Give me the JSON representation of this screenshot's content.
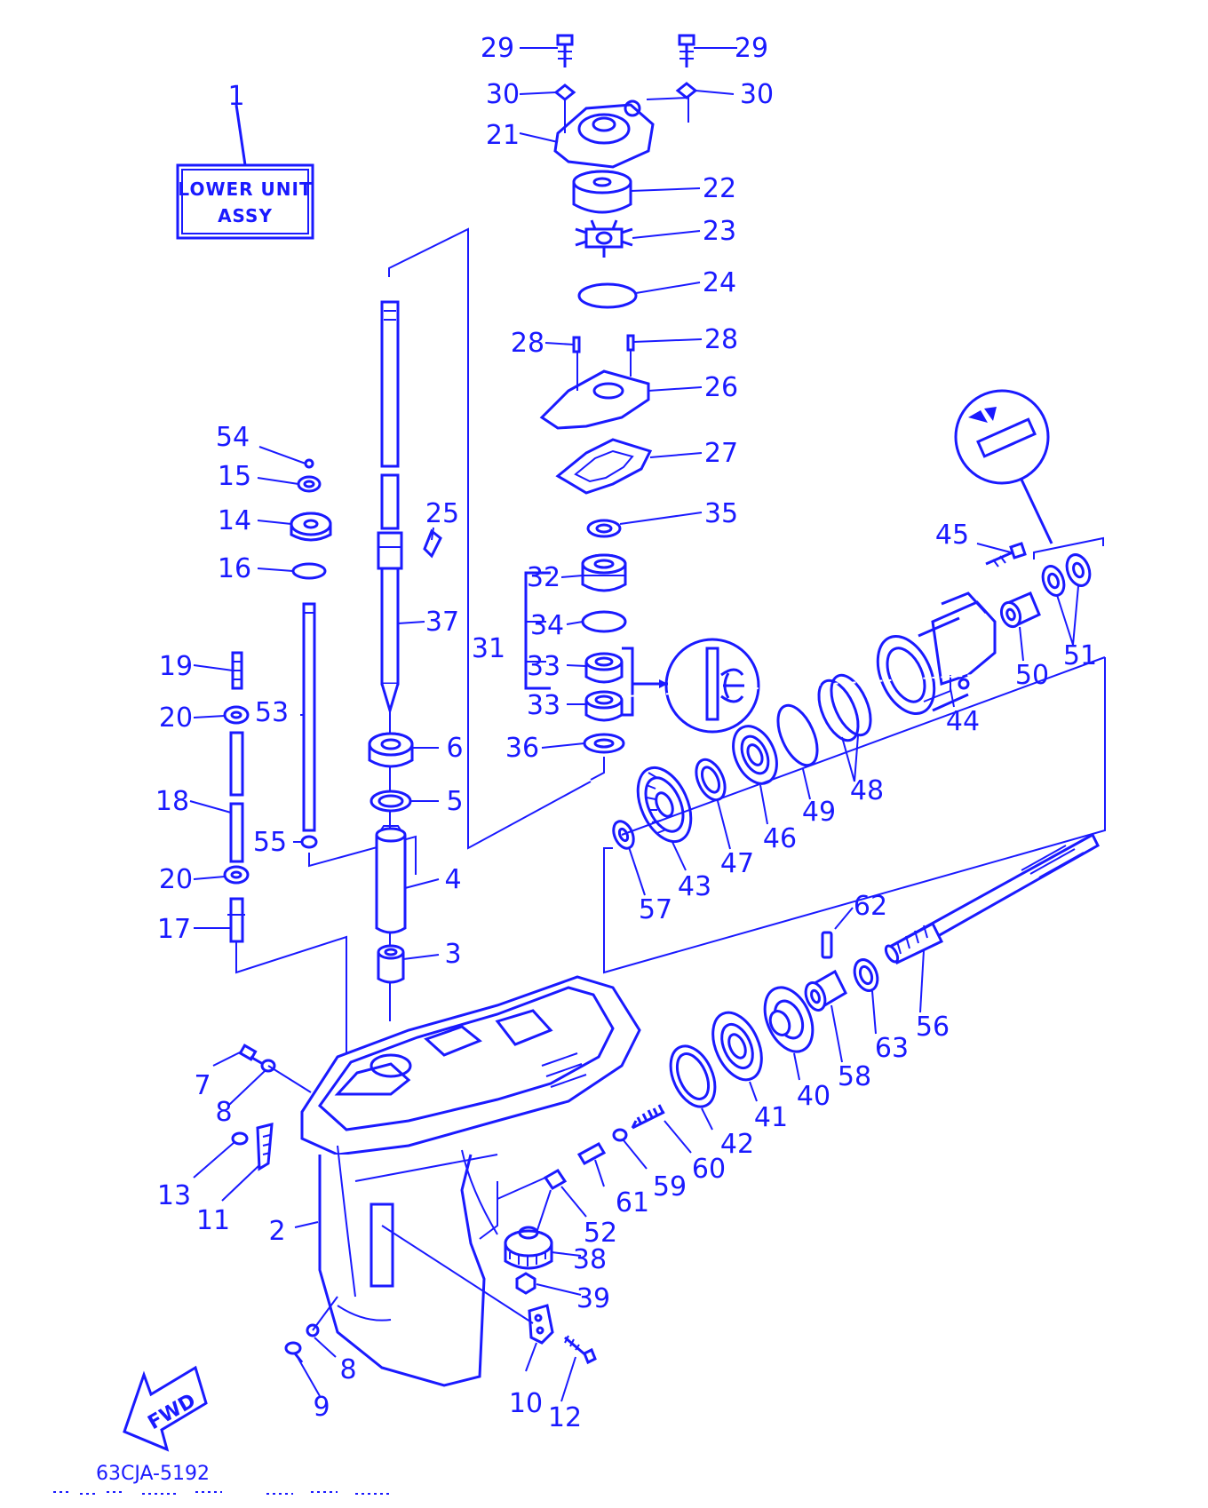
{
  "title_box": {
    "line1": "LOWER UNIT",
    "line2": "ASSY",
    "callout": "1"
  },
  "fwd_label": "FWD",
  "drawing_code": "63CJA-5192",
  "colors": {
    "ink": "#1a1aff",
    "paper": "#ffffff"
  },
  "callouts": {
    "c29a": "29",
    "c29b": "29",
    "c30a": "30",
    "c30b": "30",
    "c21": "21",
    "c22": "22",
    "c23": "23",
    "c24": "24",
    "c28a": "28",
    "c28b": "28",
    "c26": "26",
    "c27": "27",
    "c25": "25",
    "c35": "35",
    "c54": "54",
    "c15": "15",
    "c14": "14",
    "c16": "16",
    "c32": "32",
    "c34": "34",
    "c31": "31",
    "c33a": "33",
    "c33b": "33",
    "c37": "37",
    "c19": "19",
    "c53": "53",
    "c20a": "20",
    "c36": "36",
    "c6": "6",
    "c5": "5",
    "c18": "18",
    "c55": "55",
    "c20b": "20",
    "c4": "4",
    "c17": "17",
    "c3": "3",
    "c45": "45",
    "c51": "51",
    "c50": "50",
    "c44": "44",
    "c48": "48",
    "c49": "49",
    "c46": "46",
    "c47": "47",
    "c43": "43",
    "c57": "57",
    "c62": "62",
    "c56": "56",
    "c63": "63",
    "c58": "58",
    "c40": "40",
    "c41": "41",
    "c42": "42",
    "c60": "60",
    "c59": "59",
    "c61": "61",
    "c7": "7",
    "c8a": "8",
    "c13": "13",
    "c11": "11",
    "c2": "2",
    "c52": "52",
    "c38": "38",
    "c39": "39",
    "c8b": "8",
    "c9": "9",
    "c10": "10",
    "c12": "12"
  }
}
